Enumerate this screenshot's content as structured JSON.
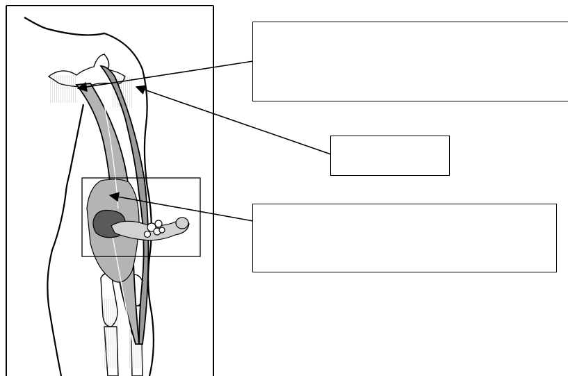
{
  "diagram": {
    "labels": [
      {
        "id": "top",
        "text": ""
      },
      {
        "id": "middle",
        "text": ""
      },
      {
        "id": "bottom",
        "text": ""
      }
    ],
    "colors": {
      "muscle": "#b4b4b4",
      "muscle_shadow": "#9a9a9a",
      "bone": "#ffffff",
      "outline": "#000000",
      "fascicle": "#5a5a5a",
      "fiber": "#d2d2d2"
    }
  }
}
